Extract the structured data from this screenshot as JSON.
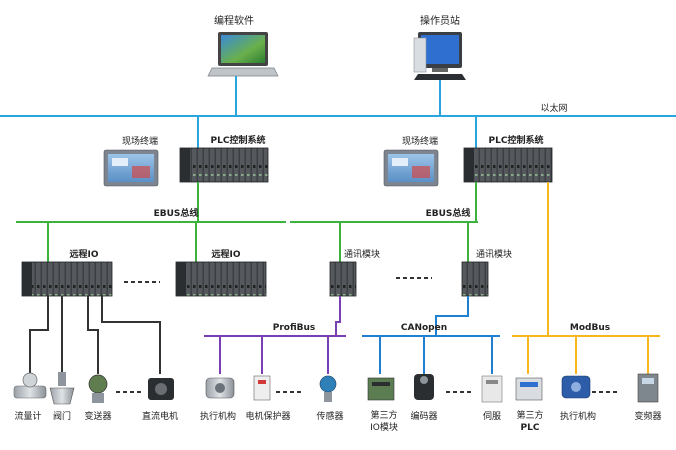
{
  "top": {
    "laptop_label": "编程软件",
    "operator_label": "操作员站",
    "ethernet_label": "以太网"
  },
  "left_plc": {
    "terminal_label": "现场终端",
    "plc_label": "PLC控制系统",
    "ebus_label": "EBUS总线",
    "remote_io_1": "远程IO",
    "remote_io_2": "远程IO",
    "devices": [
      "流量计",
      "阀门",
      "变送器",
      "直流电机"
    ]
  },
  "right_plc": {
    "terminal_label": "现场终端",
    "plc_label": "PLC控制系统",
    "ebus_label": "EBUS总线",
    "comm_module_1": "通讯模块",
    "comm_module_2": "通讯模块"
  },
  "profibus": {
    "label": "ProfiBus",
    "devices": [
      "执行机构",
      "电机保护器",
      "传感器"
    ]
  },
  "canopen": {
    "label": "CANopen",
    "devices": [
      "第三方",
      "IO模块",
      "编码器",
      "伺服"
    ]
  },
  "modbus": {
    "label": "ModBus",
    "devices": [
      "第三方",
      "PLC",
      "执行机构",
      "变频器"
    ]
  },
  "colors": {
    "ethernet": "#2aa4dc",
    "ebus": "#3db33d",
    "profibus": "#7b3fb5",
    "canopen": "#1f7fd0",
    "modbus": "#f7b81e",
    "device_line": "#333333"
  }
}
